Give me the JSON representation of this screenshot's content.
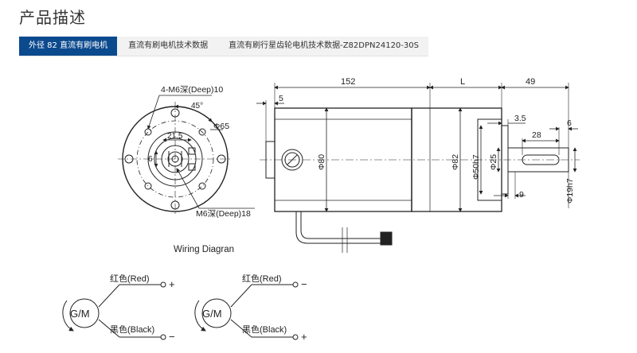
{
  "page": {
    "title": "产品描述"
  },
  "tabs": [
    {
      "label": "外径 82 直流有刷电机",
      "active": true
    },
    {
      "label": "直流有刷电机技术数据",
      "active": false
    },
    {
      "label": "直流有刷行星齿轮电机技术数据-Z82DPN24120-30S",
      "active": false
    }
  ],
  "front_view": {
    "holes_label": "4-M6深(Deep)10",
    "angle_label": "45°",
    "pcd_label": "21.5",
    "outer_label": "Φ65",
    "key_label": "6",
    "bottom_label": "M6深(Deep)18"
  },
  "side_view": {
    "len_152": "152",
    "len_L": "L",
    "len_49": "49",
    "len_5": "5",
    "len_3_5": "3.5",
    "len_6": "6",
    "len_28": "28",
    "len_9": "9",
    "dia_80": "Φ80",
    "dia_82": "Φ82",
    "dia_50": "Φ50h7",
    "dia_25": "Φ25",
    "dia_19": "Φ19h7"
  },
  "wiring": {
    "title": "Wiring Diagran",
    "left": {
      "motor_label": "G/M",
      "top_wire": "红色(Red)",
      "top_sign": "+",
      "bottom_wire": "黑色(Black)",
      "bottom_sign": "−"
    },
    "right": {
      "motor_label": "G/M",
      "top_wire": "红色(Red)",
      "top_sign": "−",
      "bottom_wire": "黑色(Black)",
      "bottom_sign": "+"
    }
  },
  "colors": {
    "tab_active_bg": "#0c4a8e",
    "tab_bg": "#f2f2f2",
    "line": "#222222"
  }
}
